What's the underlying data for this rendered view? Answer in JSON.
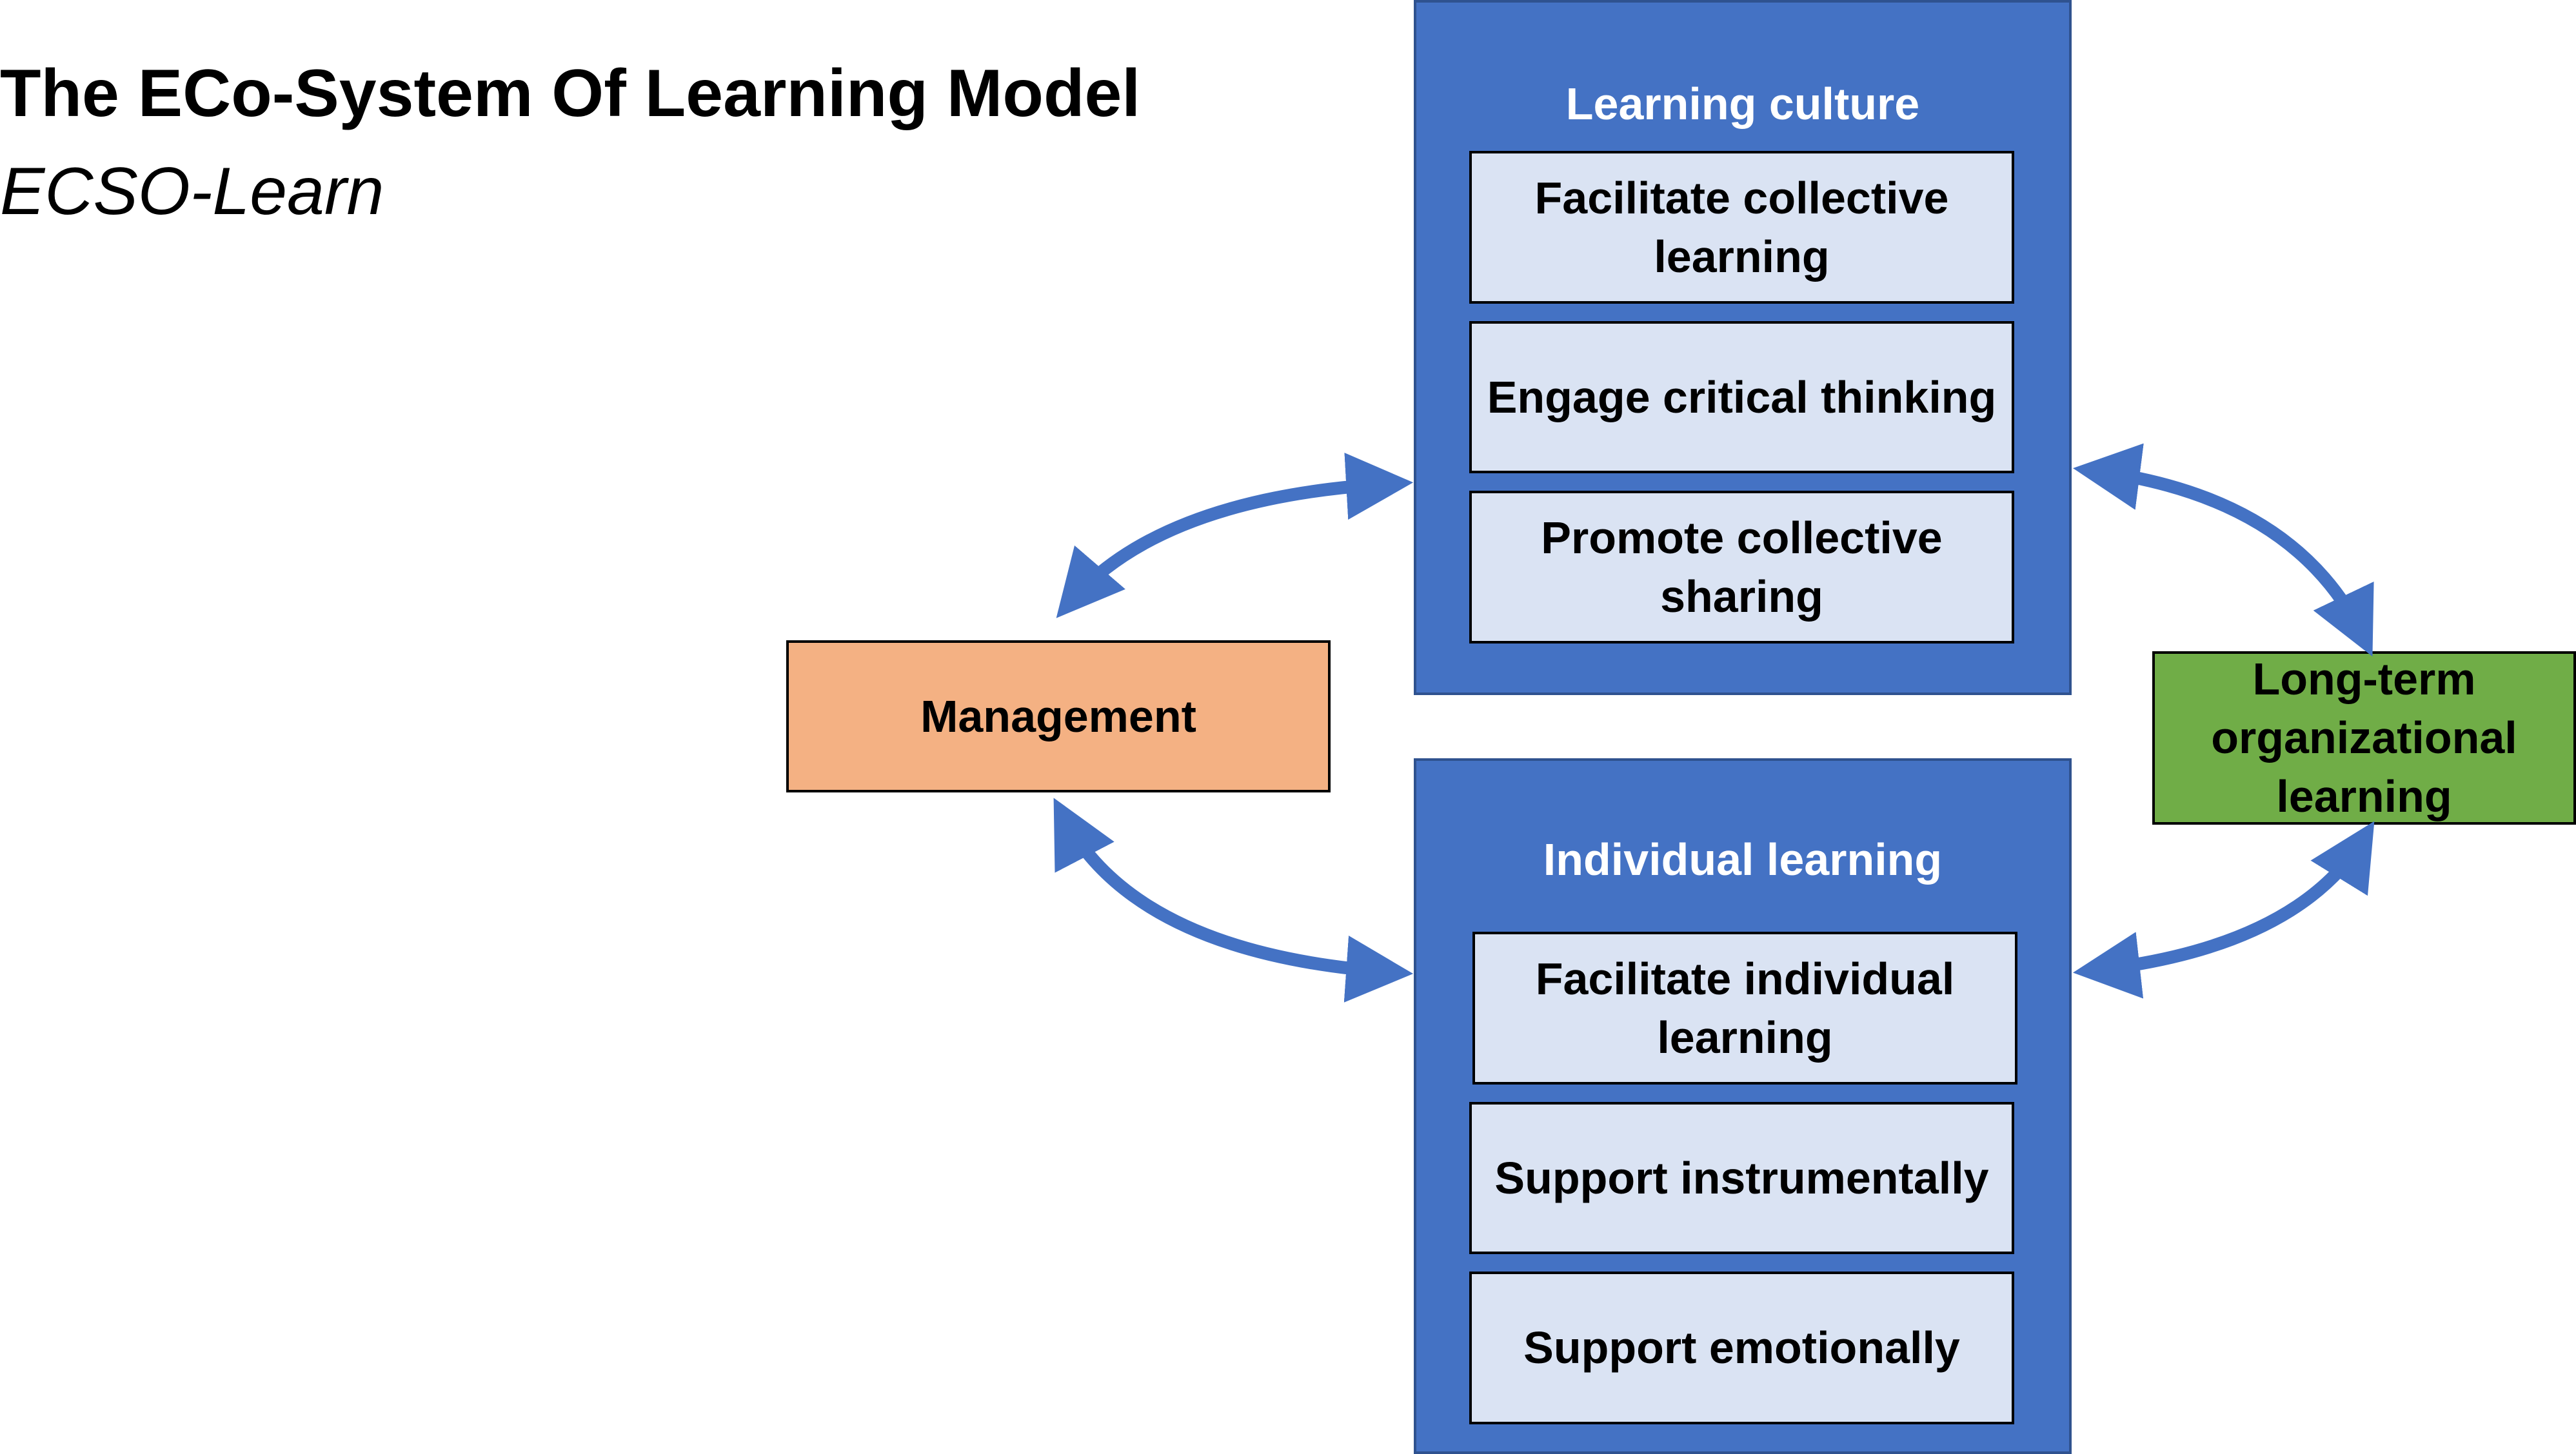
{
  "header": {
    "title": "The ECo-System Of Learning Model",
    "subtitle": "ECSO-Learn"
  },
  "learning_culture": {
    "title": "Learning culture",
    "items": [
      "Facilitate collective learning",
      "Engage critical thinking",
      "Promote collective sharing"
    ]
  },
  "individual_learning": {
    "title": "Individual learning",
    "items": [
      "Facilitate individual learning",
      "Support instrumentally",
      "Support emotionally"
    ]
  },
  "management": {
    "label": "Management"
  },
  "long_term": {
    "label": "Long-term organizational learning"
  },
  "colors": {
    "panel_blue": "#4472C4",
    "inner_light_blue": "#DAE3F3",
    "management_orange": "#F4B183",
    "long_term_green": "#70AD47",
    "arrow_blue": "#4472C4"
  }
}
